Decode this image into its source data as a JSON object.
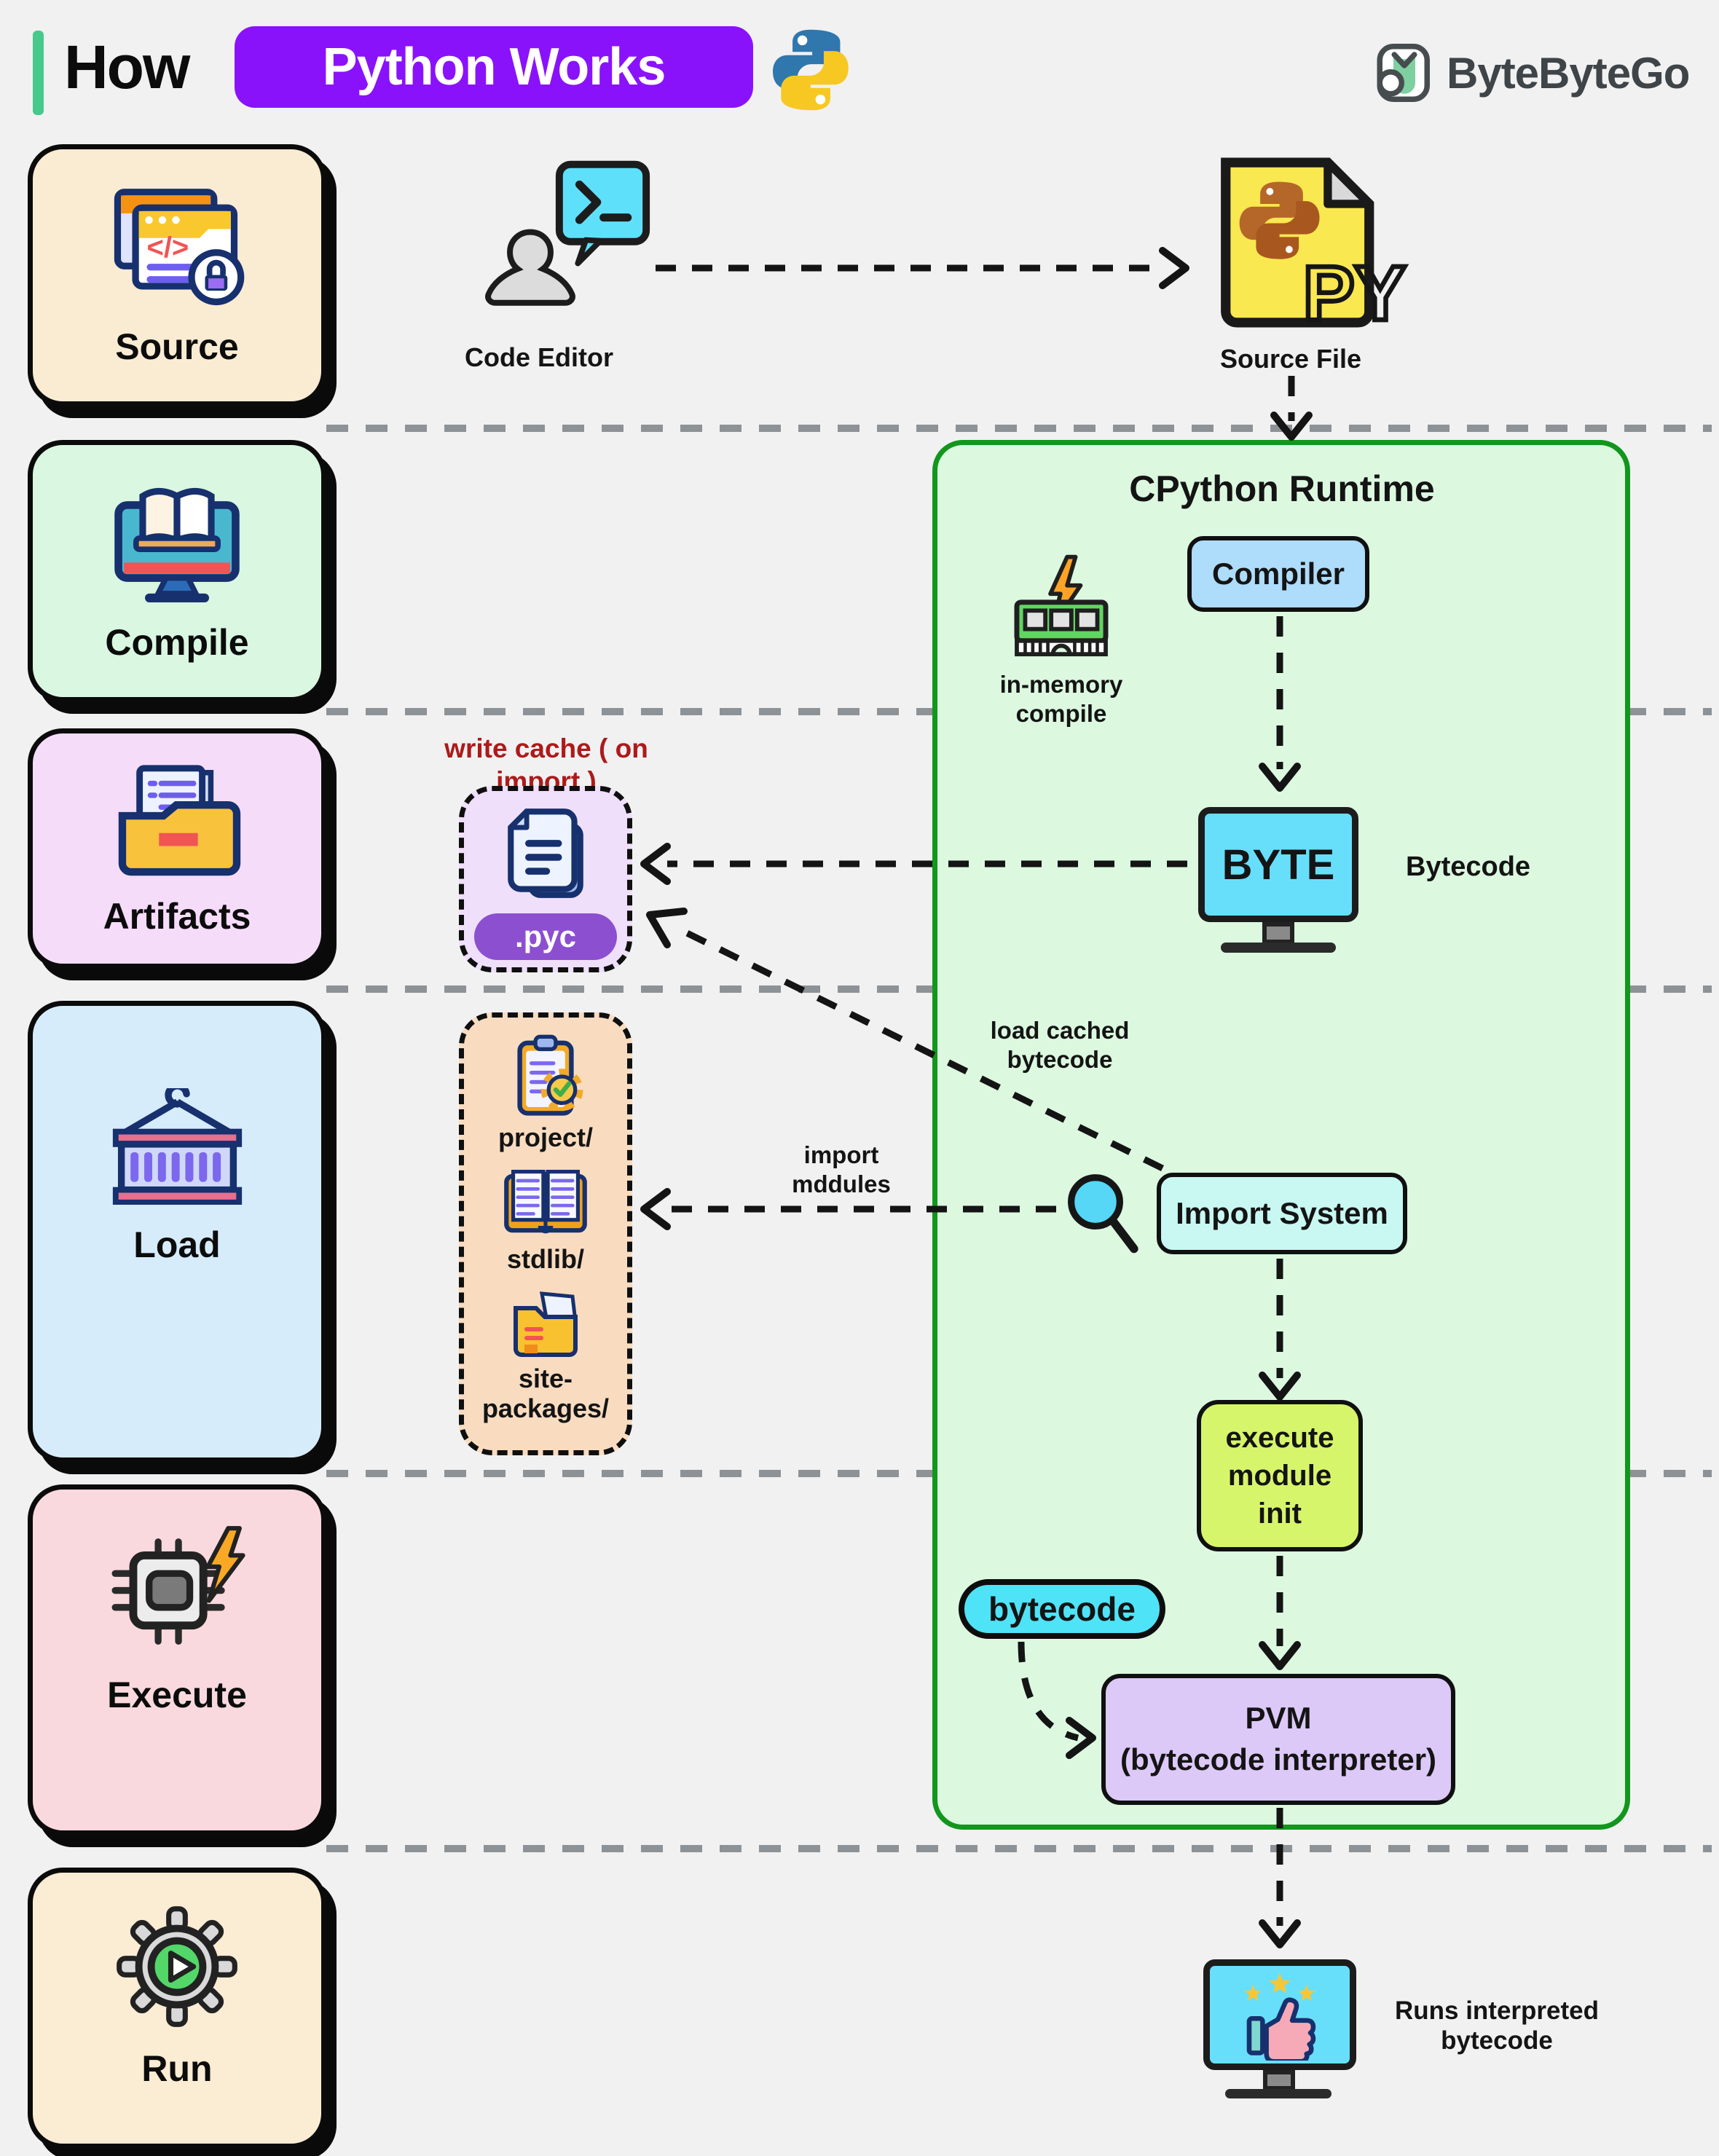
{
  "header": {
    "title_prefix": "How",
    "title_highlight": "Python Works",
    "brand": "ByteByteGo"
  },
  "stages": [
    {
      "label": "Source",
      "bg": "#faebd3"
    },
    {
      "label": "Compile",
      "bg": "#d9f7e1"
    },
    {
      "label": "Artifacts",
      "bg": "#f5dcf9"
    },
    {
      "label": "Load",
      "bg": "#d6ecfb"
    },
    {
      "label": "Execute",
      "bg": "#fad9de"
    },
    {
      "label": "Run",
      "bg": "#fbecd4"
    }
  ],
  "top_flow": {
    "code_editor": "Code Editor",
    "source_file": "Source File",
    "file_badge": "PY"
  },
  "runtime": {
    "title": "CPython Runtime",
    "compiler": "Compiler",
    "in_memory": [
      "in-memory",
      "compile"
    ],
    "byte_screen": "BYTE",
    "bytecode_side_label": "Bytecode",
    "import_system": "Import System",
    "execute_init": [
      "execute",
      "module",
      "init"
    ],
    "bytecode_pill": "bytecode",
    "pvm": [
      "PVM",
      "(bytecode interpreter)"
    ]
  },
  "artifacts": {
    "pyc": ".pyc"
  },
  "modules": [
    {
      "label": "project/"
    },
    {
      "label": "stdlib/"
    },
    {
      "label": "site-packages/"
    }
  ],
  "annotations": {
    "write_cache": "write cache ( on import )",
    "load_cached": [
      "load cached",
      "bytecode"
    ],
    "import_modules": [
      "import",
      "mddules"
    ],
    "runs_interpreted": [
      "Runs interpreted",
      "bytecode"
    ]
  },
  "colors": {
    "page_bg": "#f1f1f2",
    "accent_bar": "#47c98c",
    "title_badge_bg": "#8a12fa",
    "runtime_bg": "#dcf9e0",
    "runtime_border": "#12961d",
    "compiler_bg": "#aedcfb",
    "import_system_bg": "#c8f8f1",
    "execute_init_bg": "#d7f56b",
    "bytecode_pill_bg": "#4fe3f7",
    "pvm_bg": "#ddc9f8",
    "pyc_box_bg": "#efdffa",
    "pyc_badge_bg": "#8c4fd0",
    "modules_box_bg": "#f9dcc0",
    "screen_cyan": "#67dffa",
    "write_cache_text": "#ad1a1a",
    "separator_gray": "#8d9296",
    "connector_black": "#141414"
  }
}
